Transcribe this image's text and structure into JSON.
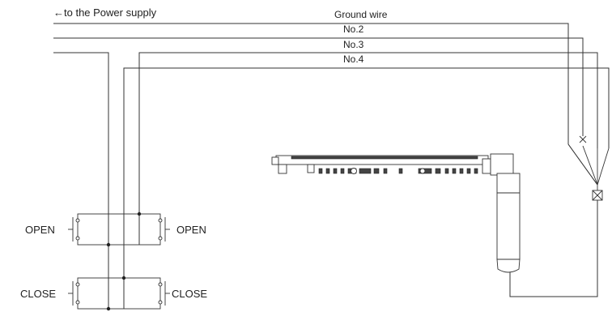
{
  "labels": {
    "power_supply": "←to the Power supply",
    "ground_wire": "Ground wire",
    "no2": "No.2",
    "no3": "No.3",
    "no4": "No.4",
    "open_left": "OPEN",
    "open_right": "OPEN",
    "close_left": "CLOSE",
    "close_right": "CLOSE"
  },
  "colors": {
    "line": "#333333",
    "background": "#ffffff"
  }
}
